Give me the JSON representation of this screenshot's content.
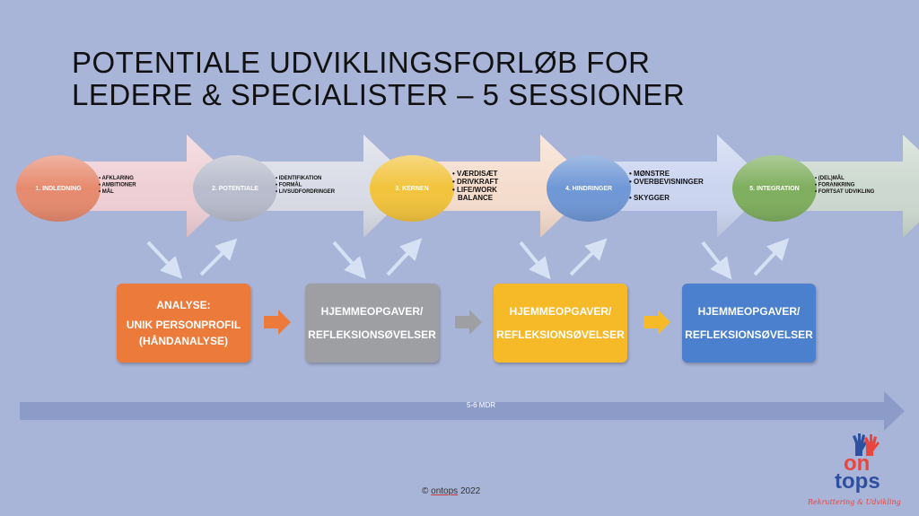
{
  "title": {
    "line1": "POTENTIALE UDVIKLINGSFORLØB FOR",
    "line2": "LEDERE & SPECIALISTER – 5 SESSIONER"
  },
  "steps": [
    {
      "label": "1. INDLEDNING",
      "bullets": [
        "AFKLARING",
        "AMBITIONER",
        "MÅL"
      ],
      "circle_color": "#e68a6e",
      "arrow_color": "#efcfd6"
    },
    {
      "label": "2. POTENTIALE",
      "bullets": [
        "IDENTIFIKATION",
        "FORMÅL",
        "LIVSUDFORDRINGER"
      ],
      "circle_color": "#b8bccc",
      "arrow_color": "#d9dbe6"
    },
    {
      "label": "3. KERNEN",
      "bullets": [
        "VÆRDISÆT",
        "DRIVKRAFT",
        "LIFE/WORK BALANCE"
      ],
      "circle_color": "#f2c33c",
      "arrow_color": "#f5dccd"
    },
    {
      "label": "4. HINDRINGER",
      "bullets": [
        "MØNSTRE",
        "OVERBEVISNINGER",
        "SKYGGER"
      ],
      "circle_color": "#6f97d6",
      "arrow_color": "#cbd5f0"
    },
    {
      "label": "5. INTEGRATION",
      "bullets": [
        "(DEL)MÅL",
        "FORANKRING",
        "FORTSAT UDVIKLING"
      ],
      "circle_color": "#7fae5e",
      "arrow_color": "#cdd9d0"
    }
  ],
  "boxes": [
    {
      "line1": "ANALYSE:",
      "line2": "UNIK PERSONPROFIL",
      "line3": "(HÅNDANALYSE)",
      "color": "#ec7a3b"
    },
    {
      "line1": "HJEMMEOPGAVER/",
      "line2": "REFLEKSIONSØVELSER",
      "line3": "",
      "color": "#9d9fa3"
    },
    {
      "line1": "HJEMMEOPGAVER/",
      "line2": "REFLEKSIONSØVELSER",
      "line3": "",
      "color": "#f6b928"
    },
    {
      "line1": "HJEMMEOPGAVER/",
      "line2": "REFLEKSIONSØVELSER",
      "line3": "",
      "color": "#4a80cd"
    }
  ],
  "connector_colors": [
    "#ec7a3b",
    "#9d9fa3",
    "#f6b928"
  ],
  "timeline": {
    "label": "5-6 MDR",
    "color": "#8d9bc9"
  },
  "copyright": {
    "symbol": "©",
    "name": "ontops",
    "year": "2022"
  },
  "logo": {
    "word1": "on",
    "word2": "tops",
    "tagline": "Rekruttering & Udvikling"
  }
}
